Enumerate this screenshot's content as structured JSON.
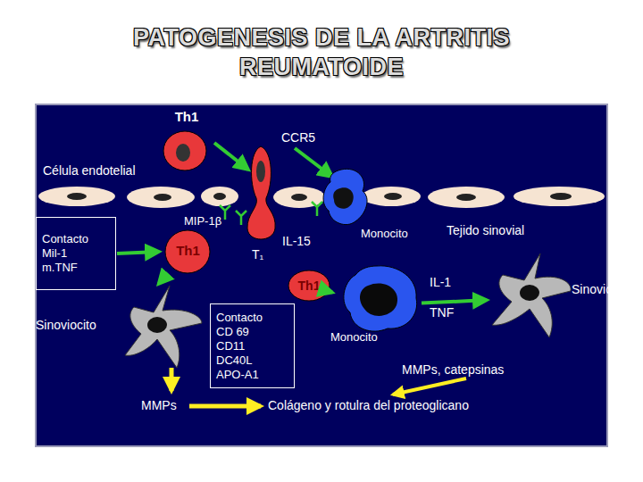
{
  "diagram": {
    "title": "PATOGENESIS DE LA ARTRITIS REUMATOIDE",
    "nodes": [
      {
        "text": [
          "Th1"
        ]
      },
      {
        "text": [
          "Contacto Mil-1 m.TNF"
        ]
      },
      {
        "text": [
          "Th1"
        ]
      },
      {
        "text": [
          "Monocito"
        ]
      },
      {
        "text": [
          "Th1"
        ]
      },
      {
        "text": [
          "Sinoviocito"
        ]
      },
      {
        "text": [
          "Contacto CD 69 CD11 DC40L APO-A1"
        ]
      },
      {
        "text": [
          "Monocito"
        ]
      },
      {
        "text": [
          "Sinoviocito"
        ]
      }
    ],
    "edges": [
      {
        "from": 2,
        "to": 5,
        "arrow": "to"
      },
      {
        "from": 4,
        "to": 7,
        "arrow": "to"
      },
      {
        "from": 7,
        "to": 8,
        "arrow": "to"
      }
    ],
    "labels": [
      "CCR5",
      "Célula endotelial",
      "MIP-1β",
      "T₁",
      "IL-15",
      "Tejido sinovial",
      "IL-1",
      "TNF",
      "MMPs, catepsinas",
      "MMPs",
      "Colágeno y rotulra del proteoglicano"
    ]
  }
}
